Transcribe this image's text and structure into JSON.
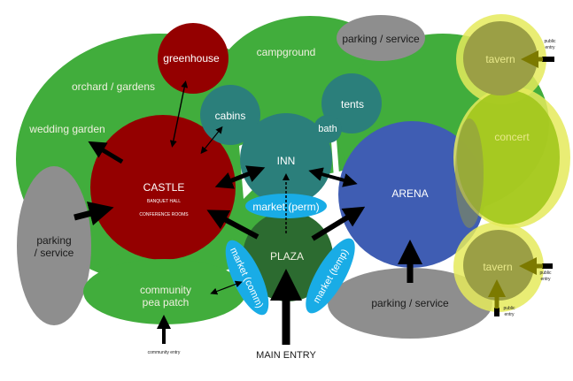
{
  "diagram": {
    "title": "Site zoning bubble diagram",
    "colors": {
      "green": "#41ad3c",
      "castle": "#940000",
      "teal": "#2b7f7b",
      "arena": "#3f5db3",
      "plaza": "#2c6b30",
      "market": "#19ace6",
      "gray": "#8e8e8e",
      "yellow_glow": "#e5ea5c",
      "tavern": "#9b9f45",
      "concert": "#a2c61c",
      "arrow": "#000000",
      "tavern_arrow": "#7c7a00"
    },
    "zones": {
      "campground": "campground",
      "orchard": "orchard / gardens",
      "wedding": "wedding garden",
      "greenhouse": "greenhouse",
      "cabins": "cabins",
      "tents": "tents",
      "bath": "bath",
      "inn": "INN",
      "castle": "CASTLE",
      "castle_sub1": "BANQUET HALL",
      "castle_sub2": "CONFERENCE ROOMS",
      "arena": "ARENA",
      "plaza": "PLAZA",
      "market_perm": "market (perm)",
      "market_comm": "market (comm)",
      "market_temp": "market (temp)",
      "parking_top": "parking / service",
      "parking_left_1": "parking",
      "parking_left_2": "/ service",
      "parking_bottom": "parking / service",
      "pea_patch_1": "community",
      "pea_patch_2": "pea patch",
      "tavern_top": "tavern",
      "tavern_bottom": "tavern",
      "concert": "concert"
    },
    "entries": {
      "main": "MAIN ENTRY",
      "community": "community entry",
      "public_1": "public",
      "public_2": "entry"
    }
  }
}
